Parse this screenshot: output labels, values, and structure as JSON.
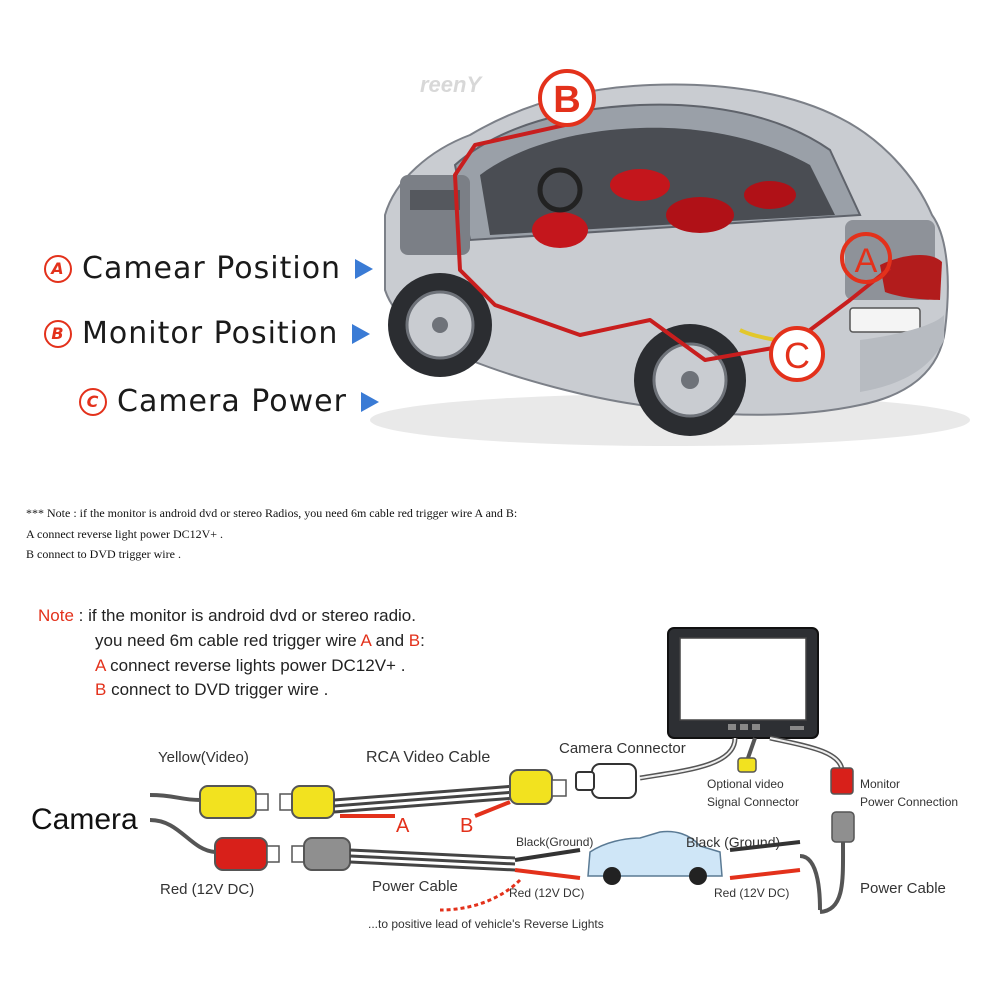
{
  "legend": [
    {
      "badge": "A",
      "label": "Camear Position"
    },
    {
      "badge": "B",
      "label": "Monitor Position"
    },
    {
      "badge": "C",
      "label": "Camera Power"
    }
  ],
  "car_markers": {
    "a": "A",
    "b": "B",
    "c": "C"
  },
  "watermark": "reenY",
  "top_note": {
    "line1": "*** Note : if the monitor is android dvd or stereo Radios,  you need 6m cable red trigger wire A and B:",
    "line2": "A connect reverse light power DC12V+ .",
    "line3": "B connect to DVD trigger wire ."
  },
  "diagram_note": {
    "prefix": "Note",
    "line1": " : if the monitor is android dvd or stereo radio.",
    "line2a": "you need 6m cable red trigger wire ",
    "line2b": "A",
    "line2c": " and ",
    "line2d": "B",
    "line2e": ":",
    "line3a": "A",
    "line3b": " connect reverse lights power DC12V+ .",
    "line4a": "B",
    "line4b": " connect to DVD trigger wire ."
  },
  "wiring": {
    "camera": "Camera",
    "yellow_video": "Yellow(Video)",
    "red_power": "Red (12V DC)",
    "rca_cable": "RCA Video Cable",
    "wire_a": "A",
    "wire_b": "B",
    "camera_connector": "Camera Connector",
    "optional_video_1": "Optional video",
    "optional_video_2": "Signal Connector",
    "monitor_power_1": "Monitor",
    "monitor_power_2": "Power Connection",
    "black_ground_left": "Black(Ground)",
    "black_ground_right": "Black (Ground)",
    "power_cable_mid": "Power Cable",
    "red_12v_left": "Red (12V DC)",
    "red_12v_right": "Red (12V DC)",
    "power_cable_right": "Power Cable",
    "reverse_lights": "...to positive lead of vehicle's Reverse Lights"
  },
  "colors": {
    "accent_red": "#e3311b",
    "arrow_blue": "#3a7bd5",
    "plug_yellow": "#f2e21f",
    "plug_red": "#d8201a",
    "car_blue": "#cfe6f7"
  }
}
